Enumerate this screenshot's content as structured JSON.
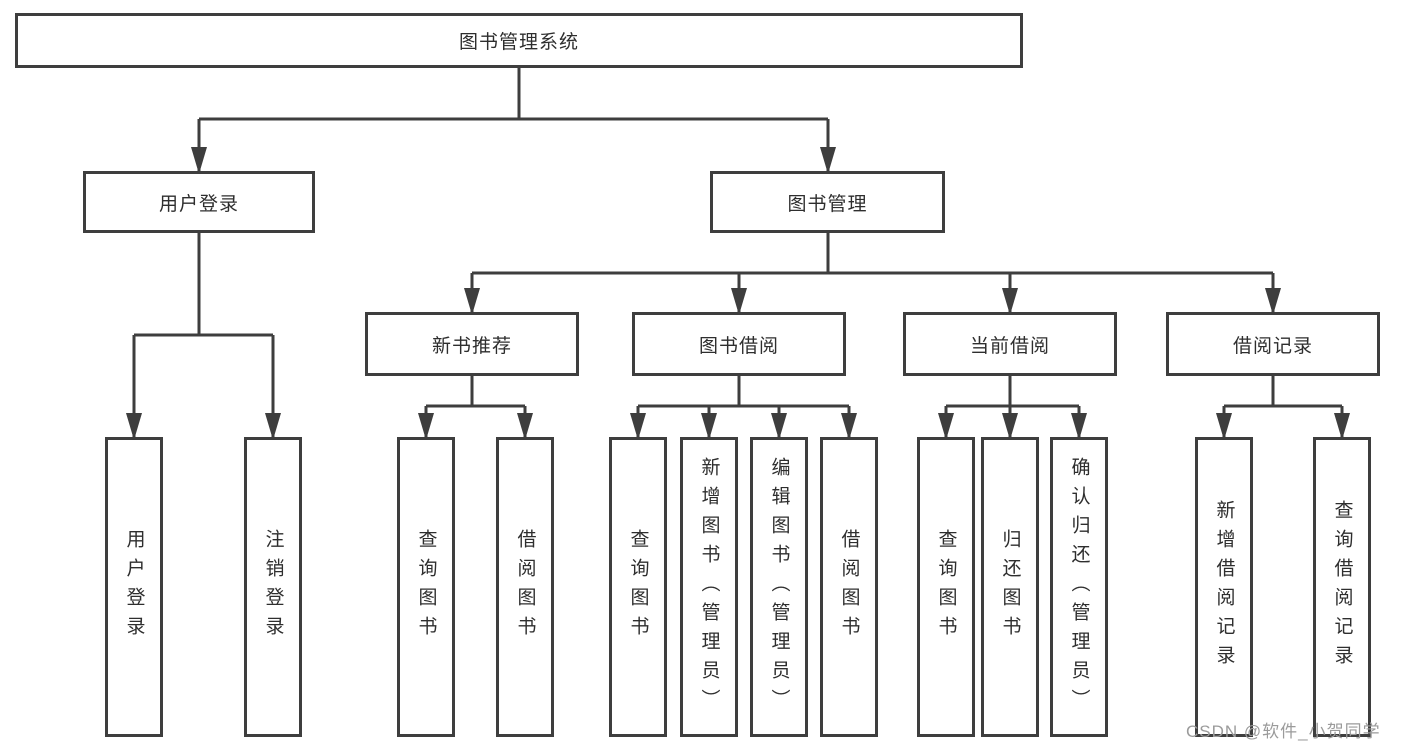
{
  "nodes": {
    "root": {
      "label": "图书管理系统"
    },
    "level2": {
      "user_login": {
        "label": "用户登录"
      },
      "book_mgmt": {
        "label": "图书管理"
      }
    },
    "level3": {
      "new_books": {
        "label": "新书推荐"
      },
      "book_borrow": {
        "label": "图书借阅"
      },
      "current_borrow": {
        "label": "当前借阅"
      },
      "borrow_records": {
        "label": "借阅记录"
      }
    },
    "leaves": {
      "user_login": {
        "label": "用户登录"
      },
      "logout": {
        "label": "注销登录"
      },
      "nb_query_books": {
        "label": "查询图书"
      },
      "nb_borrow_books": {
        "label": "借阅图书"
      },
      "bb_query_books": {
        "label": "查询图书"
      },
      "bb_add_books": {
        "label": "新增图书（管理员）"
      },
      "bb_edit_books": {
        "label": "编辑图书（管理员）"
      },
      "bb_borrow_books": {
        "label": "借阅图书"
      },
      "cb_query_books": {
        "label": "查询图书"
      },
      "cb_return_books": {
        "label": "归还图书"
      },
      "cb_confirm_return": {
        "label": "确认归还（管理员）"
      },
      "br_add_record": {
        "label": "新增借阅记录"
      },
      "br_query_record": {
        "label": "查询借阅记录"
      }
    }
  },
  "watermark": {
    "text": "CSDN @软件_小贺同学"
  },
  "colors": {
    "line": "#3e3e3e",
    "text": "#2e2e2e",
    "box_background": "#ffffff",
    "page_background": "#ffffff",
    "watermark": "#9b9b9b"
  }
}
